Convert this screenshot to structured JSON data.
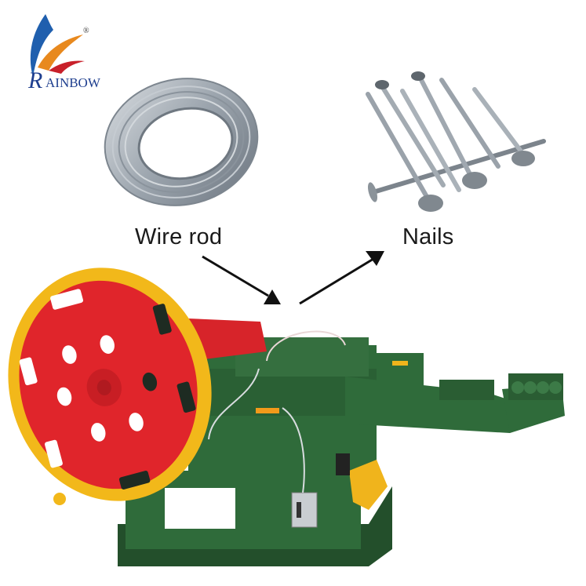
{
  "brand": {
    "name": "RAINBOW",
    "initial": "R",
    "rest": "AINBOW",
    "registered_mark": "®",
    "colors": {
      "blue": "#1f5fae",
      "orange": "#e8891e",
      "red": "#c8202a",
      "text": "#1f3f8f"
    }
  },
  "diagram": {
    "input": {
      "label": "Wire rod",
      "image": "wire-coil"
    },
    "output": {
      "label": "Nails",
      "image": "nails"
    },
    "machine": {
      "image": "nail-making-machine"
    },
    "arrows": [
      {
        "from": "Wire rod",
        "to": "machine",
        "direction": "down-right"
      },
      {
        "from": "machine",
        "to": "Nails",
        "direction": "up-right"
      }
    ]
  },
  "colors": {
    "flywheel_rim": "#f2b81a",
    "flywheel_disc": "#e0252b",
    "machine_body": "#2f6b3a",
    "machine_dark": "#234f2b",
    "chute": "#f0b41c",
    "steel": "#a8b0b8",
    "arrow": "#111111"
  }
}
